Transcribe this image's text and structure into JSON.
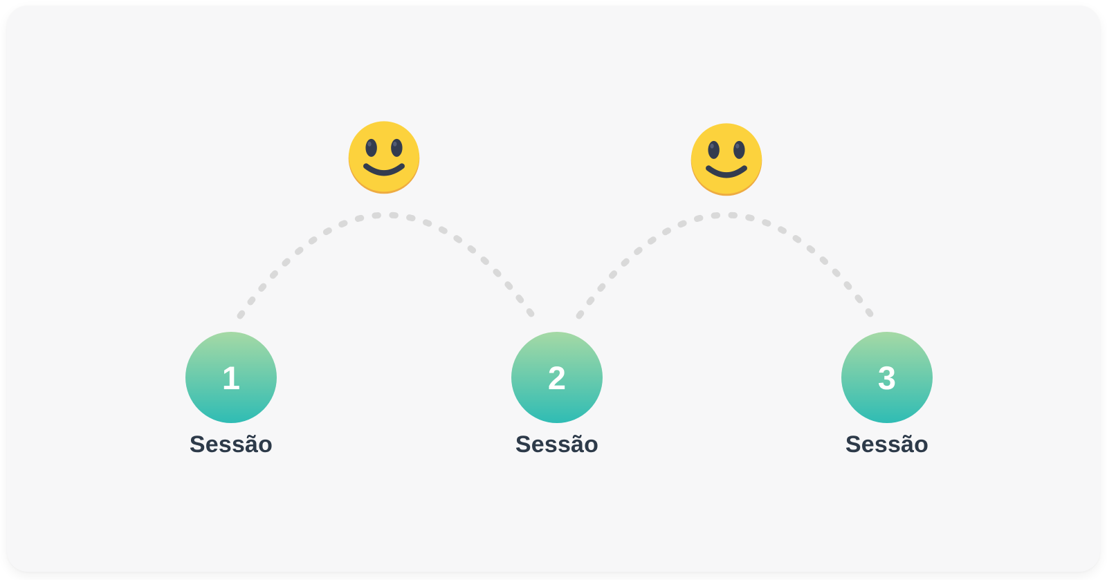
{
  "page": {
    "background": "#ffffff"
  },
  "card": {
    "background": "#f7f7f8"
  },
  "diagram": {
    "steps": [
      {
        "number": "1",
        "label": "Sessão"
      },
      {
        "number": "2",
        "label": "Sessão"
      },
      {
        "number": "3",
        "label": "Sessão"
      }
    ],
    "connectors": [
      {
        "icon": "smiling-face-emoji",
        "path": "between step 1 and step 2"
      },
      {
        "icon": "smiling-face-emoji",
        "path": "between step 2 and step 3"
      }
    ],
    "colors": {
      "page_background": "#ffffff",
      "card_background": "#f7f7f8",
      "circle_gradient_top": "#a5d9a5",
      "circle_gradient_bottom": "#2fbcb4",
      "step_number": "#ffffff",
      "step_label": "#2d3a49",
      "arc_dash": "#d9d9d9",
      "emoji_face": "#fcd23d",
      "emoji_rim": "#eeab41",
      "emoji_features": "#333c4f"
    }
  }
}
